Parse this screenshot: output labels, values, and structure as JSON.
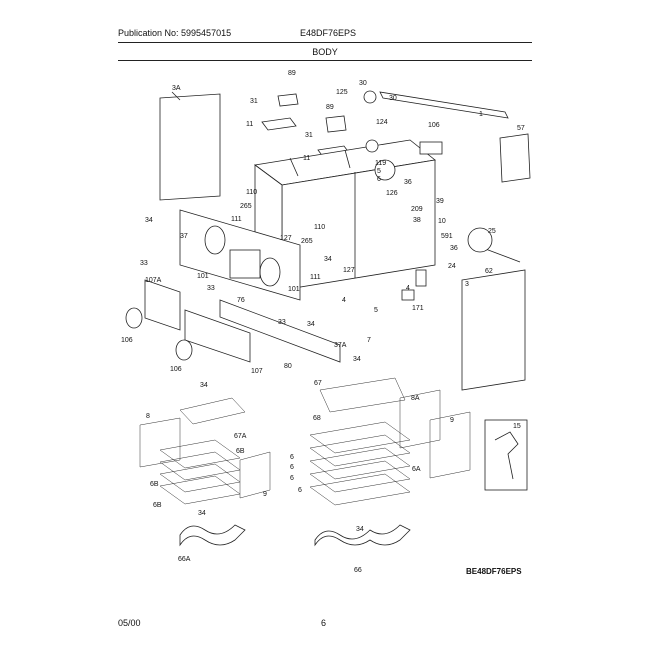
{
  "header": {
    "publication": "Publication No: 5995457015",
    "model": "E48DF76EPS",
    "section": "BODY"
  },
  "footer": {
    "date": "05/00",
    "page": "6"
  },
  "diagram": {
    "model_code": "BE48DF76EPS",
    "callouts": {
      "c_3A": "3A",
      "c_89a": "89",
      "c_31a": "31",
      "c_11a": "11",
      "c_89b": "89",
      "c_31b": "31",
      "c_11b": "11",
      "c_30a": "30",
      "c_125": "125",
      "c_30b": "30",
      "c_1": "1",
      "c_57": "57",
      "c_124": "124",
      "c_106": "106",
      "c_119": "119",
      "c_5": "5",
      "c_6": "6",
      "c_36": "36",
      "c_126": "126",
      "c_39": "39",
      "c_110a": "110",
      "c_265a": "265",
      "c_111a": "111",
      "c_127a": "127",
      "c_34a": "34",
      "c_37": "37",
      "c_265b": "265",
      "c_110b": "110",
      "c_209": "209",
      "c_10": "10",
      "c_38": "38",
      "c_591": "591",
      "c_25": "25",
      "c_36b": "36",
      "c_62": "62",
      "c_24": "24",
      "c_33a": "33",
      "c_101a": "101",
      "c_107A": "107A",
      "c_34b": "34",
      "c_111b": "111",
      "c_127b": "127",
      "c_33b": "33",
      "c_101b": "101",
      "c_76": "76",
      "c_4a": "4",
      "c_171": "171",
      "c_3": "3",
      "c_33c": "33",
      "c_34c": "34",
      "c_4b": "4",
      "c_5b": "5",
      "c_37A": "37A",
      "c_7": "7",
      "c_106a": "106",
      "c_106b": "106",
      "c_107": "107",
      "c_80": "80",
      "c_34d": "34",
      "c_67": "67",
      "c_34e": "34",
      "c_8a": "8",
      "c_67A": "67A",
      "c_6B": "6B",
      "c_6Ba": "6B",
      "c_6Bb": "6B",
      "c_9a": "9",
      "c_68": "68",
      "c_8A": "8A",
      "c_9b": "9",
      "c_15": "15",
      "c_6a": "6",
      "c_6b": "6",
      "c_6c": "6",
      "c_6d": "6",
      "c_6A": "6A",
      "c_34f": "34",
      "c_66A": "66A",
      "c_34g": "34",
      "c_66": "66"
    }
  }
}
